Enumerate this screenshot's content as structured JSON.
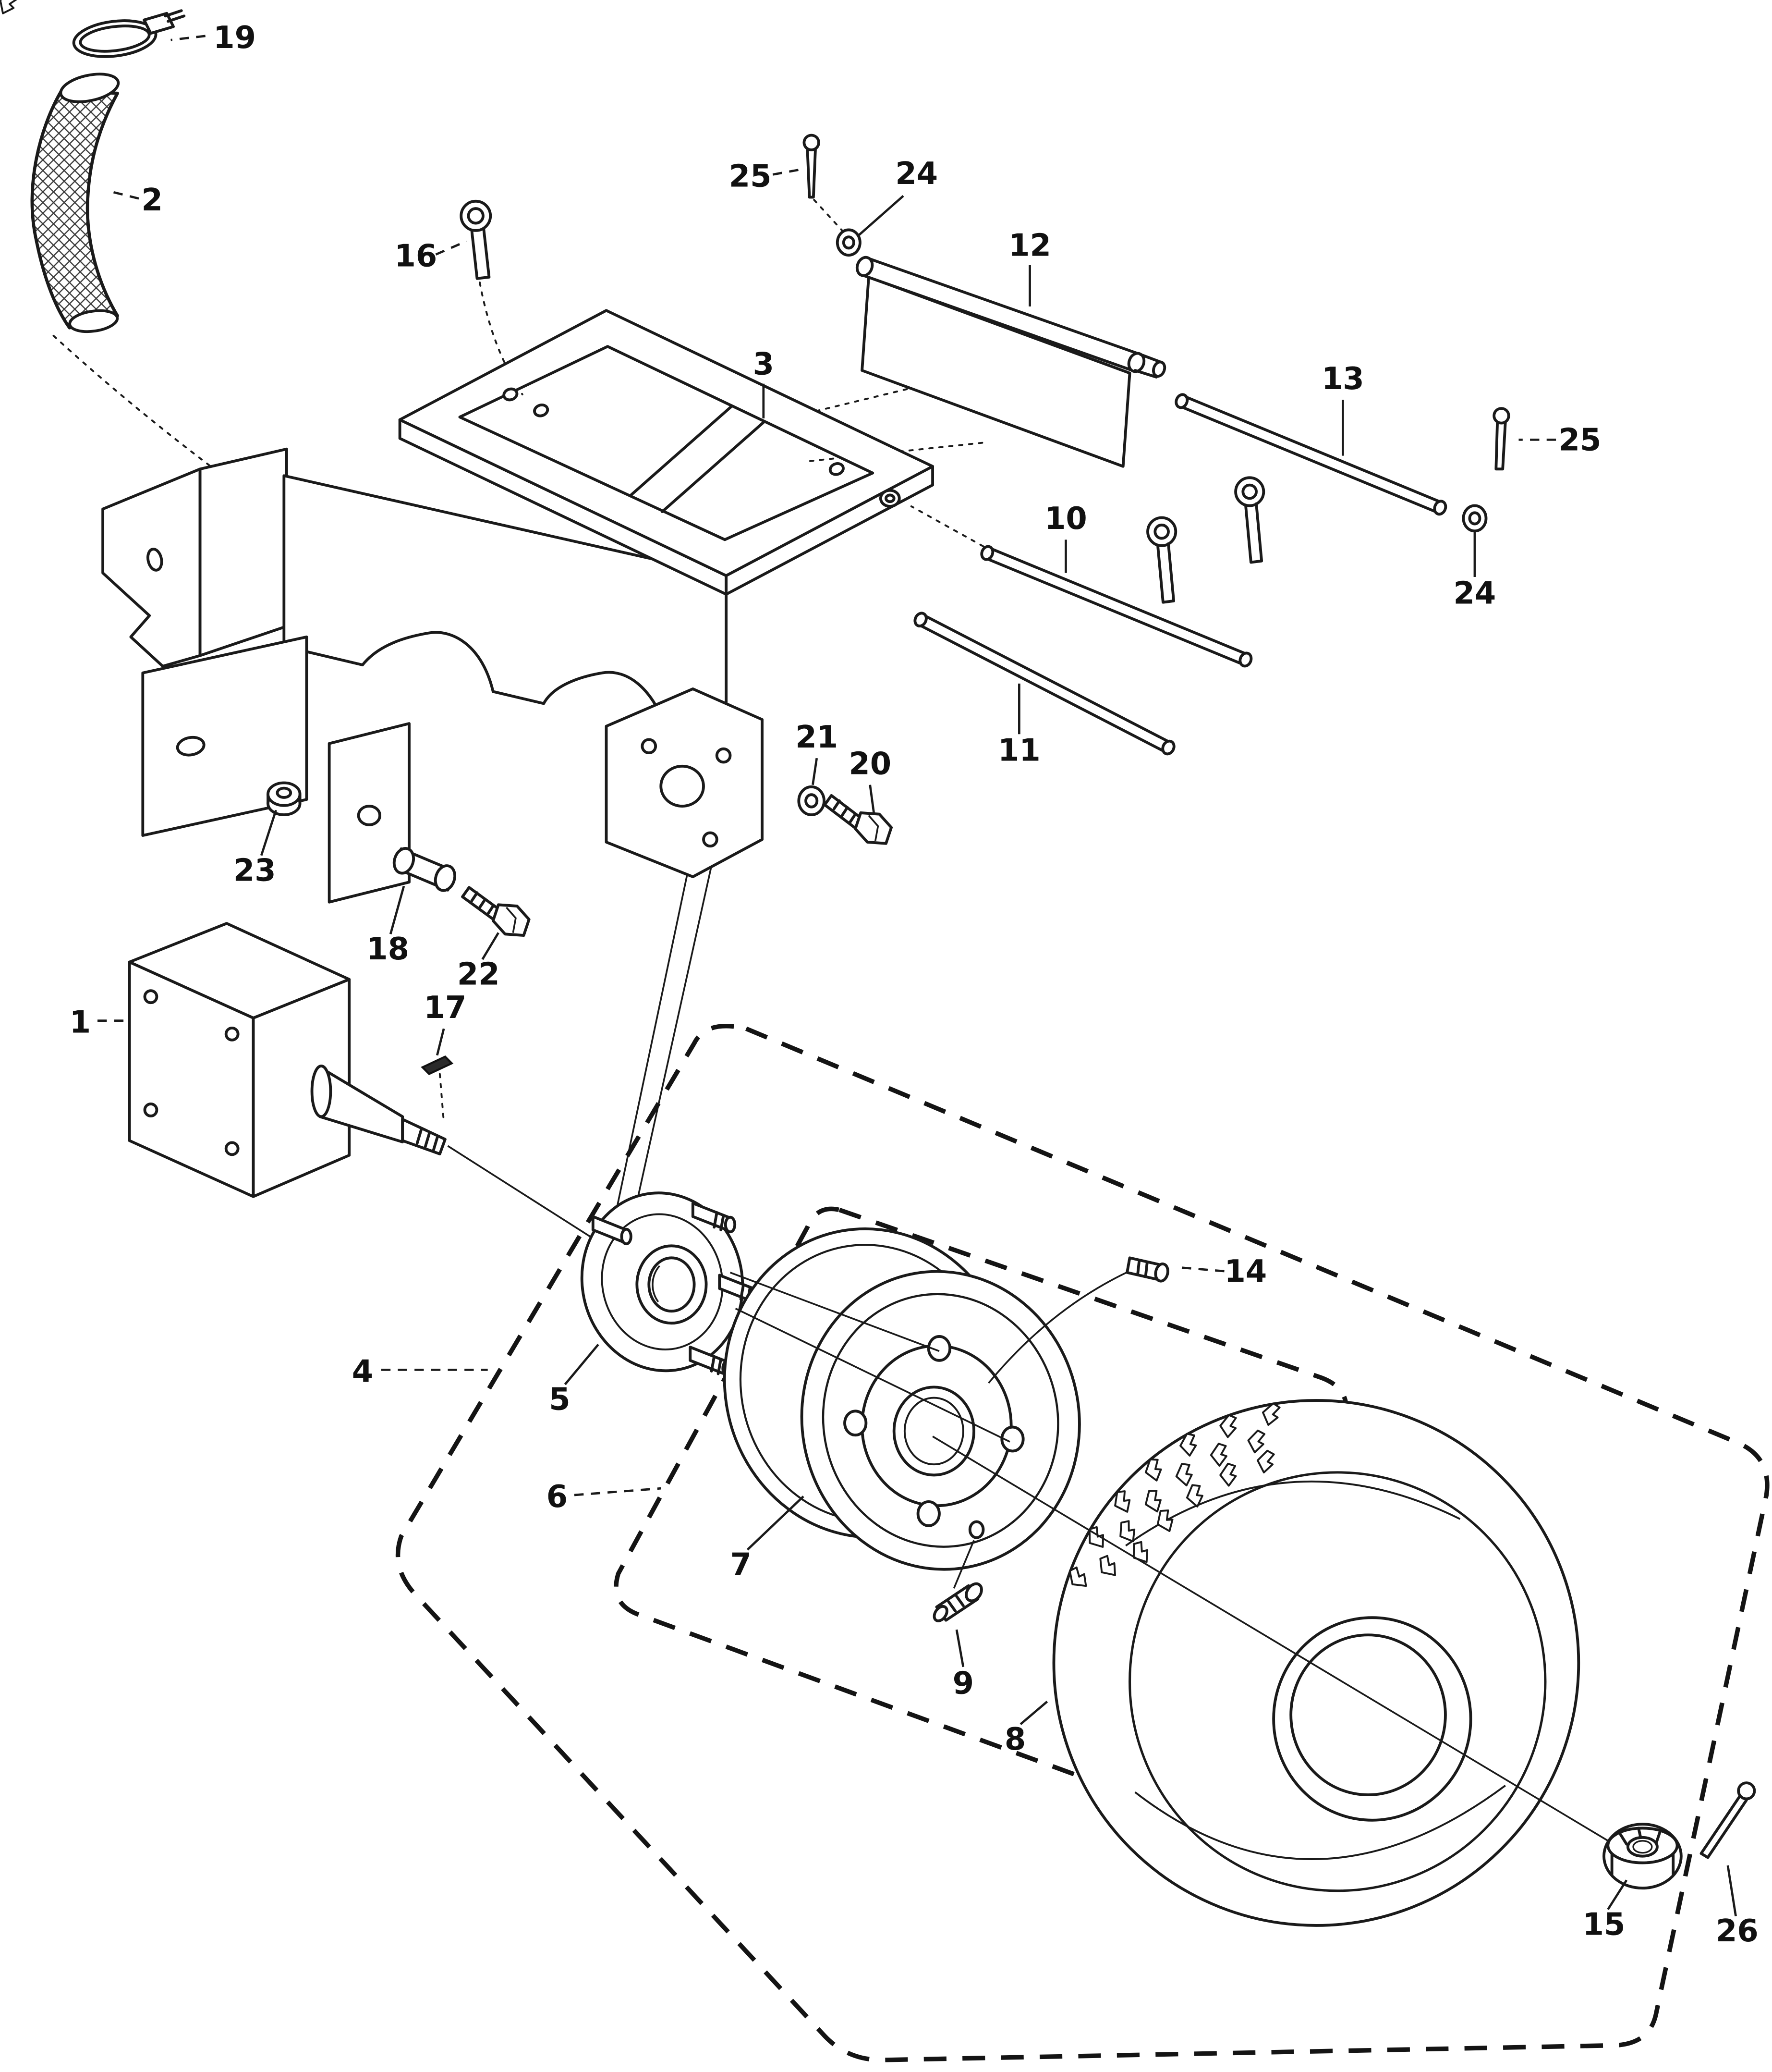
{
  "colors": {
    "line": "#1a1a1a",
    "background": "#ffffff"
  },
  "diagram": {
    "callouts": {
      "c1": "1",
      "c2": "2",
      "c3": "3",
      "c4": "4",
      "c5": "5",
      "c6": "6",
      "c7": "7",
      "c8": "8",
      "c9": "9",
      "c10": "10",
      "c11": "11",
      "c12": "12",
      "c13": "13",
      "c14": "14",
      "c15": "15",
      "c16": "16",
      "c17": "17",
      "c18": "18",
      "c19": "19",
      "c20": "20",
      "c21": "21",
      "c22": "22",
      "c23": "23",
      "c24a": "24",
      "c24b": "24",
      "c25a": "25",
      "c25b": "25",
      "c26": "26"
    }
  }
}
